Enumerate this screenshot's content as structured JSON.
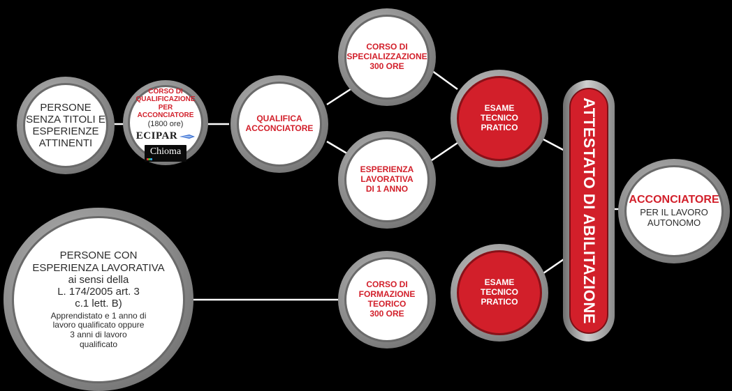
{
  "nodes": {
    "persone_senza": {
      "lines": [
        "PERSONE",
        "SENZA TITOLI E",
        "ESPERIENZE",
        "ATTINENTI"
      ]
    },
    "corso_qualificazione": {
      "lines": [
        "CORSO DI",
        "QUALIFICAZIONE",
        "PER ACCONCIATORE"
      ],
      "hours": "(1800 ore)",
      "logo_ecipar": "ECIPAR",
      "logo_chioma": "Chioma"
    },
    "qualifica": {
      "lines": [
        "QUALIFICA",
        "ACCONCIATORE"
      ]
    },
    "corso_specializzazione": {
      "lines": [
        "CORSO DI",
        "SPECIALIZZAZIONE",
        "300 ORE"
      ]
    },
    "esperienza_lavorativa": {
      "lines": [
        "ESPERIENZA",
        "LAVORATIVA",
        "DI 1 ANNO"
      ]
    },
    "esame_1": {
      "lines": [
        "ESAME",
        "TECNICO",
        "PRATICO"
      ]
    },
    "esame_2": {
      "lines": [
        "ESAME",
        "TECNICO",
        "PRATICO"
      ]
    },
    "corso_formazione": {
      "lines": [
        "CORSO DI",
        "FORMAZIONE",
        "TEORICO",
        "300 ORE"
      ]
    },
    "persone_con": {
      "lines": [
        "PERSONE CON",
        "ESPERIENZA LAVORATIVA",
        "ai sensi della",
        "L. 174/2005 art. 3",
        "c.1 lett. B)"
      ],
      "small_lines": [
        "Apprendistato e 1 anno di",
        "lavoro qualificato oppure",
        "3 anni di lavoro",
        "qualificato"
      ]
    },
    "acconciatore": {
      "title": "ACCONCIATORE",
      "lines": [
        "PER IL LAVORO",
        "AUTONOMO"
      ]
    }
  },
  "attestato": "ATTESTATO DI ABILITAZIONE",
  "colors": {
    "accent_red": "#d21f2a",
    "ring_grey": "#8a8a8a",
    "background": "#000000",
    "line": "#ffffff"
  }
}
